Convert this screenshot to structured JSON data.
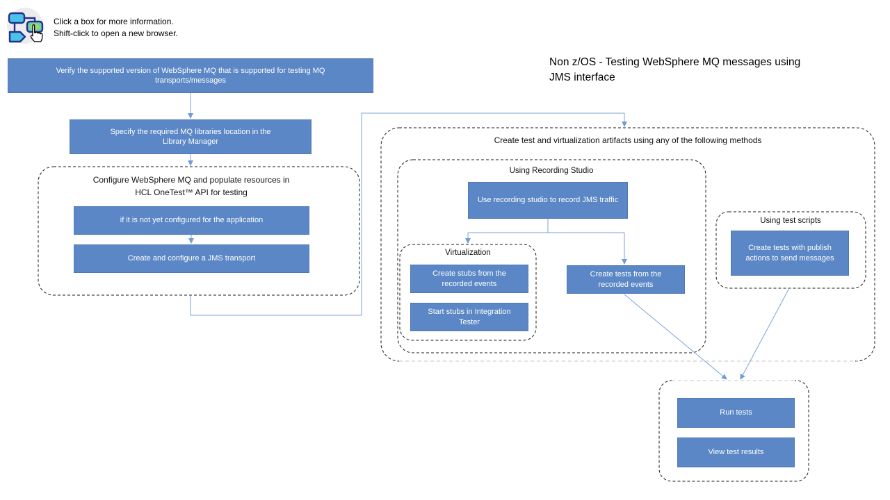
{
  "instructions": {
    "line1": "Click a box for more information.",
    "line2": "Shift-click to open a new browser."
  },
  "title": "Non z/OS - Testing WebSphere MQ messages using JMS interface",
  "icon": {
    "name": "clickable-flowchart-hand-icon"
  },
  "containers": {
    "configure": {
      "title": "Configure WebSphere MQ and populate resources in HCL OneTest™ API for testing"
    },
    "artifacts": {
      "title": "Create test and virtualization artifacts using any of the following methods"
    },
    "recording_studio": {
      "title": "Using Recording Studio"
    },
    "virtualization": {
      "title": "Virtualization"
    },
    "test_scripts": {
      "title": "Using test scripts"
    }
  },
  "boxes": {
    "verify": {
      "label": "Verify the supported version of WebSphere MQ that is supported for testing MQ transports/messages"
    },
    "specify": {
      "label": "Specify the required MQ libraries location in the Library Manager"
    },
    "not_configured": {
      "label": "if it is not yet configured for the application"
    },
    "create_transport": {
      "label": "Create and configure a JMS transport"
    },
    "use_recording": {
      "label": "Use recording studio to record JMS traffic"
    },
    "create_stubs": {
      "label": "Create stubs from the recorded events"
    },
    "start_stubs": {
      "label": "Start stubs in Integration Tester"
    },
    "create_tests_recorded": {
      "label": "Create tests from the recorded events"
    },
    "create_tests_publish": {
      "label": "Create tests with publish actions to send messages"
    },
    "run_tests": {
      "label": "Run tests"
    },
    "view_results": {
      "label": "View test results"
    }
  },
  "colors": {
    "box_fill": "#5b87c6",
    "box_border": "#4f79b4",
    "connector": "#7ba3d6",
    "arrowhead": "#6f9cd4",
    "dashed_border": "#1a1a1a",
    "muted_dashed_border": "#c4c4c4",
    "box_text": "#ffffff"
  }
}
